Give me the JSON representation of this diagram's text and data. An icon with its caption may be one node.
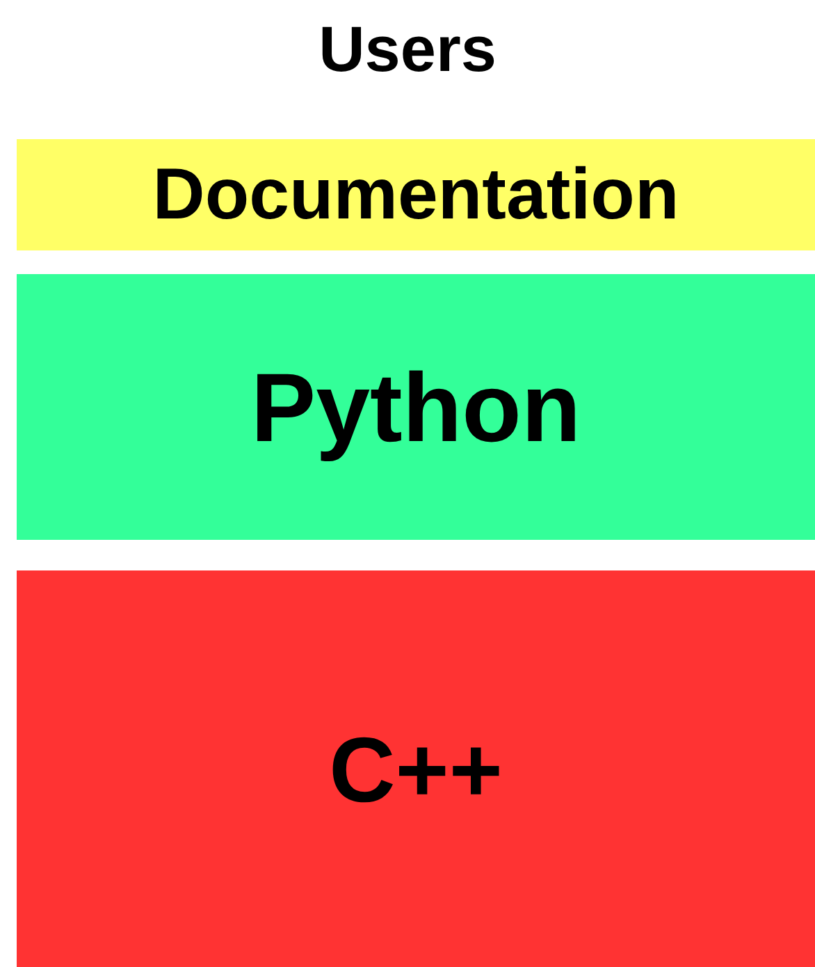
{
  "diagram": {
    "nodes": [
      {
        "text": [
          "Documentation"
        ]
      },
      {
        "text": [
          "Python"
        ]
      },
      {
        "text": [
          "C++"
        ]
      }
    ],
    "labels": [
      "Users"
    ]
  }
}
